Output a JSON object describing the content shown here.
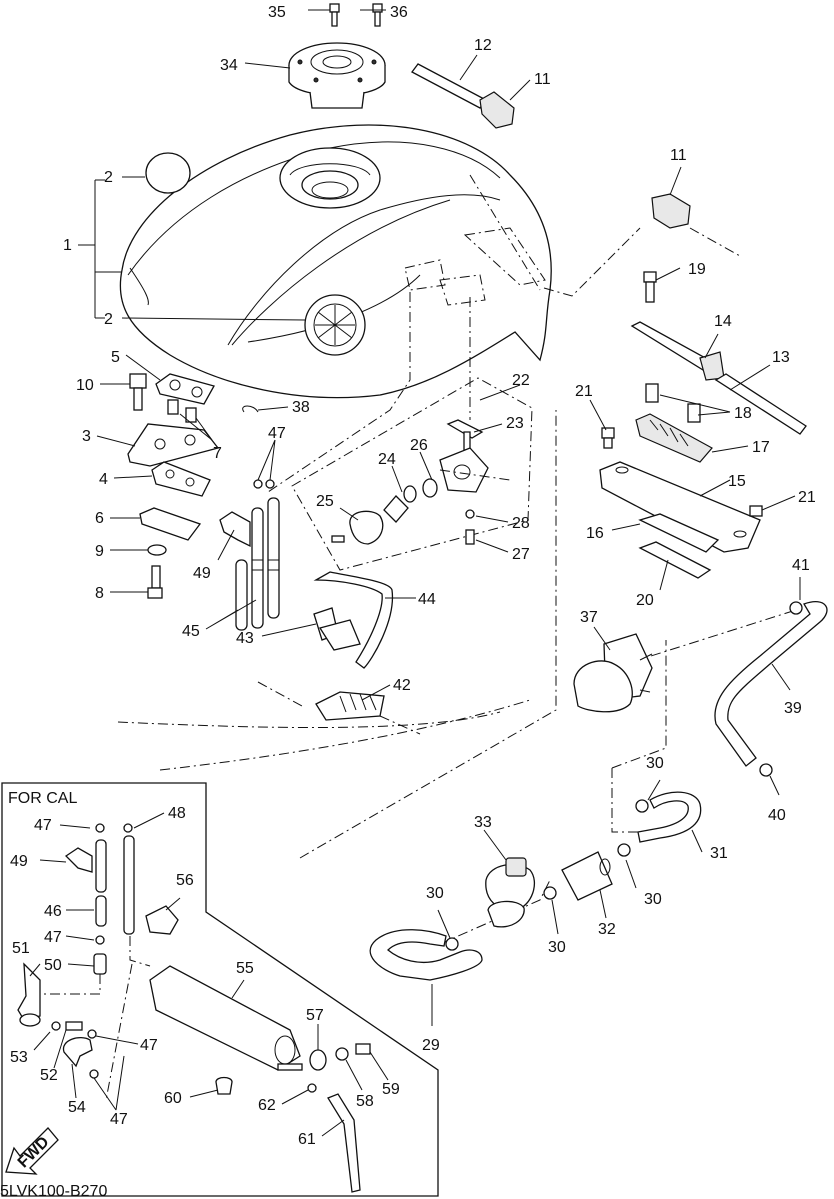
{
  "cal_box_label": "FOR CAL",
  "diagram_code": "5LVK100-B270",
  "fwd_label": "FWD",
  "callouts": {
    "c1": "1",
    "c2a": "2",
    "c2b": "2",
    "c3": "3",
    "c4": "4",
    "c5": "5",
    "c6": "6",
    "c7": "7",
    "c8": "8",
    "c9": "9",
    "c10": "10",
    "c11a": "11",
    "c11b": "11",
    "c12": "12",
    "c13": "13",
    "c14": "14",
    "c15": "15",
    "c16": "16",
    "c17": "17",
    "c18": "18",
    "c19": "19",
    "c20": "20",
    "c21a": "21",
    "c21b": "21",
    "c22": "22",
    "c23": "23",
    "c24": "24",
    "c25": "25",
    "c26": "26",
    "c27": "27",
    "c28": "28",
    "c29": "29",
    "c30a": "30",
    "c30b": "30",
    "c30c": "30",
    "c30d": "30",
    "c31": "31",
    "c32": "32",
    "c33": "33",
    "c34": "34",
    "c35": "35",
    "c36": "36",
    "c37": "37",
    "c38": "38",
    "c39": "39",
    "c40": "40",
    "c41": "41",
    "c42": "42",
    "c43": "43",
    "c44": "44",
    "c45": "45",
    "c47a": "47",
    "c49a": "49",
    "c47b": "47",
    "c48": "48",
    "c49b": "49",
    "c46": "46",
    "c47c": "47",
    "c56": "56",
    "c51": "51",
    "c50": "50",
    "c55": "55",
    "c53": "53",
    "c52": "52",
    "c47d": "47",
    "c57": "57",
    "c54": "54",
    "c47e": "47",
    "c58": "58",
    "c59": "59",
    "c60": "60",
    "c62": "62",
    "c61": "61"
  }
}
